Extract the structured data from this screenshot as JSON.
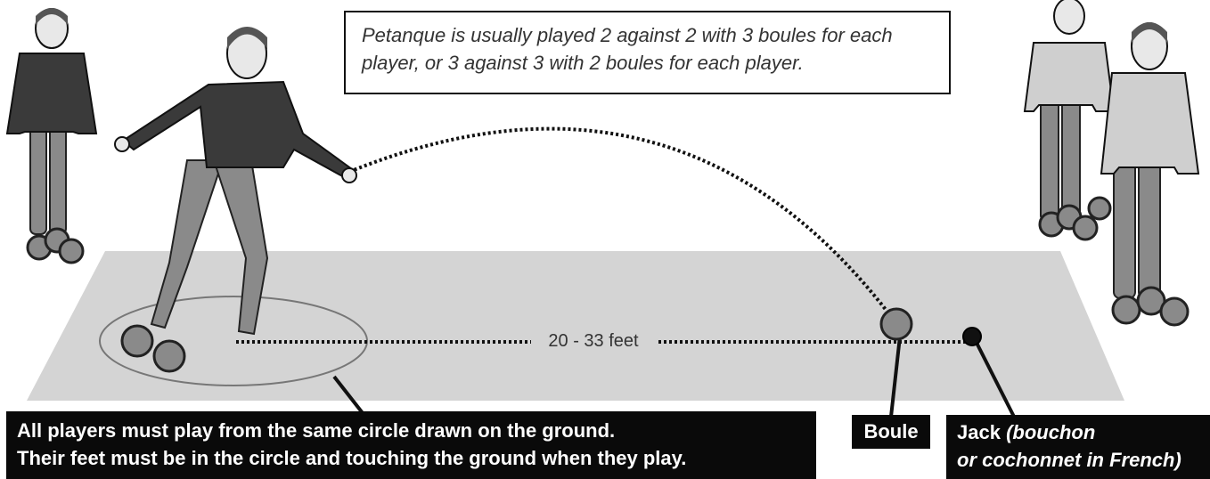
{
  "callout": {
    "line1": "Petanque is usually played 2 against 2 with 3 boules for each",
    "line2": "player, or 3 against 3 with 2 boules for each player."
  },
  "distance_label": "20 - 33 feet",
  "rules": {
    "line1": "All players must play from the same circle drawn on the ground.",
    "line2": "Their feet must be in the circle and touching the ground when they play."
  },
  "boule_label": "Boule",
  "jack": {
    "name": "Jack",
    "note_line1": "(bouchon",
    "note_line2": "or cochonnet in French)"
  },
  "colors": {
    "ground": "#d4d4d4",
    "dark_shirt": "#3a3a3a",
    "light_shirt": "#cfcfcf",
    "jeans": "#8a8a8a",
    "label_bg": "#0a0a0a"
  }
}
